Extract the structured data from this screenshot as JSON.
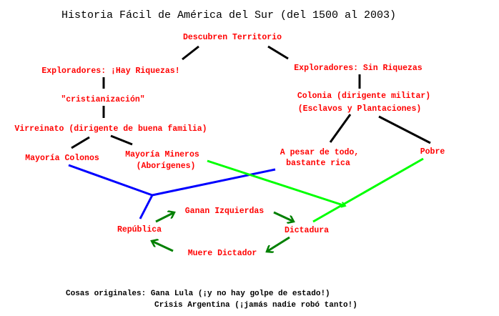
{
  "title": "Historia Fácil de América del Sur (del 1500 al 2003)",
  "nodes": {
    "descubren": "Descubren Territorio",
    "hay_riquezas": "Exploradores: ¡Hay Riquezas!",
    "sin_riquezas": "Exploradores: Sin Riquezas",
    "cristianizacion": "\"cristianización\"",
    "colonia_1": "Colonia (dirigente militar)",
    "colonia_2": "(Esclavos y Plantaciones)",
    "virreinato": "Virreinato (dirigente de buena familia)",
    "colonos": "Mayoría Colonos",
    "mineros_1": "Mayoría Mineros",
    "mineros_2": "(Aborígenes)",
    "rica_1": "A pesar de todo,",
    "rica_2": "bastante rica",
    "pobre": "Pobre",
    "izquierdas": "Ganan Izquierdas",
    "republica": "República",
    "dictadura": "Dictadura",
    "muere": "Muere Dictador"
  },
  "notes": {
    "line1": "Cosas originales: Gana Lula (¡y no hay golpe de estado!)",
    "line2": "Crisis Argentina (¡jamás nadie robó tanto!)"
  },
  "colors": {
    "text": "#ff0000",
    "tree": "#000000",
    "blue": "#0000ff",
    "light_green": "#00ff00",
    "dark_green": "#008000"
  }
}
